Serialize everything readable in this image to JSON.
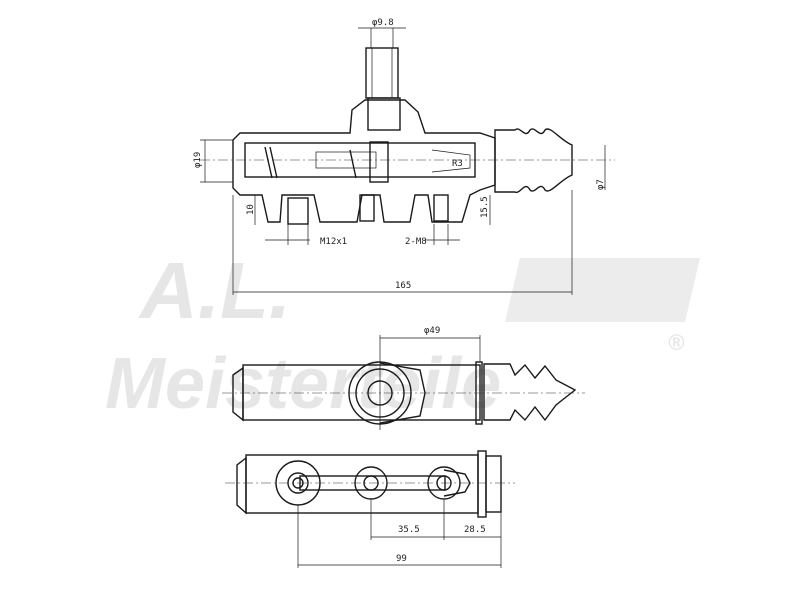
{
  "watermark": {
    "line1": "A.L.",
    "line2": "Meisterteile",
    "mark": "®"
  },
  "section_view": {
    "dims": {
      "stem_dia": "φ9.8",
      "bore_dia": "φ19",
      "port_depth": "10",
      "port_thread": "M12x1",
      "mount_thread": "2-M8",
      "mount_depth": "15.5",
      "rod_dia": "φ7",
      "overall_length": "165",
      "radius": "R3"
    }
  },
  "side_view": {
    "dims": {
      "boss_offset": "φ49"
    }
  },
  "bottom_view": {
    "dims": {
      "hole_spacing": "35.5",
      "flange_offset": "28.5",
      "port_to_flange": "99"
    }
  },
  "colors": {
    "line": "#1a1a1a",
    "watermark": "#e6e6e6"
  }
}
